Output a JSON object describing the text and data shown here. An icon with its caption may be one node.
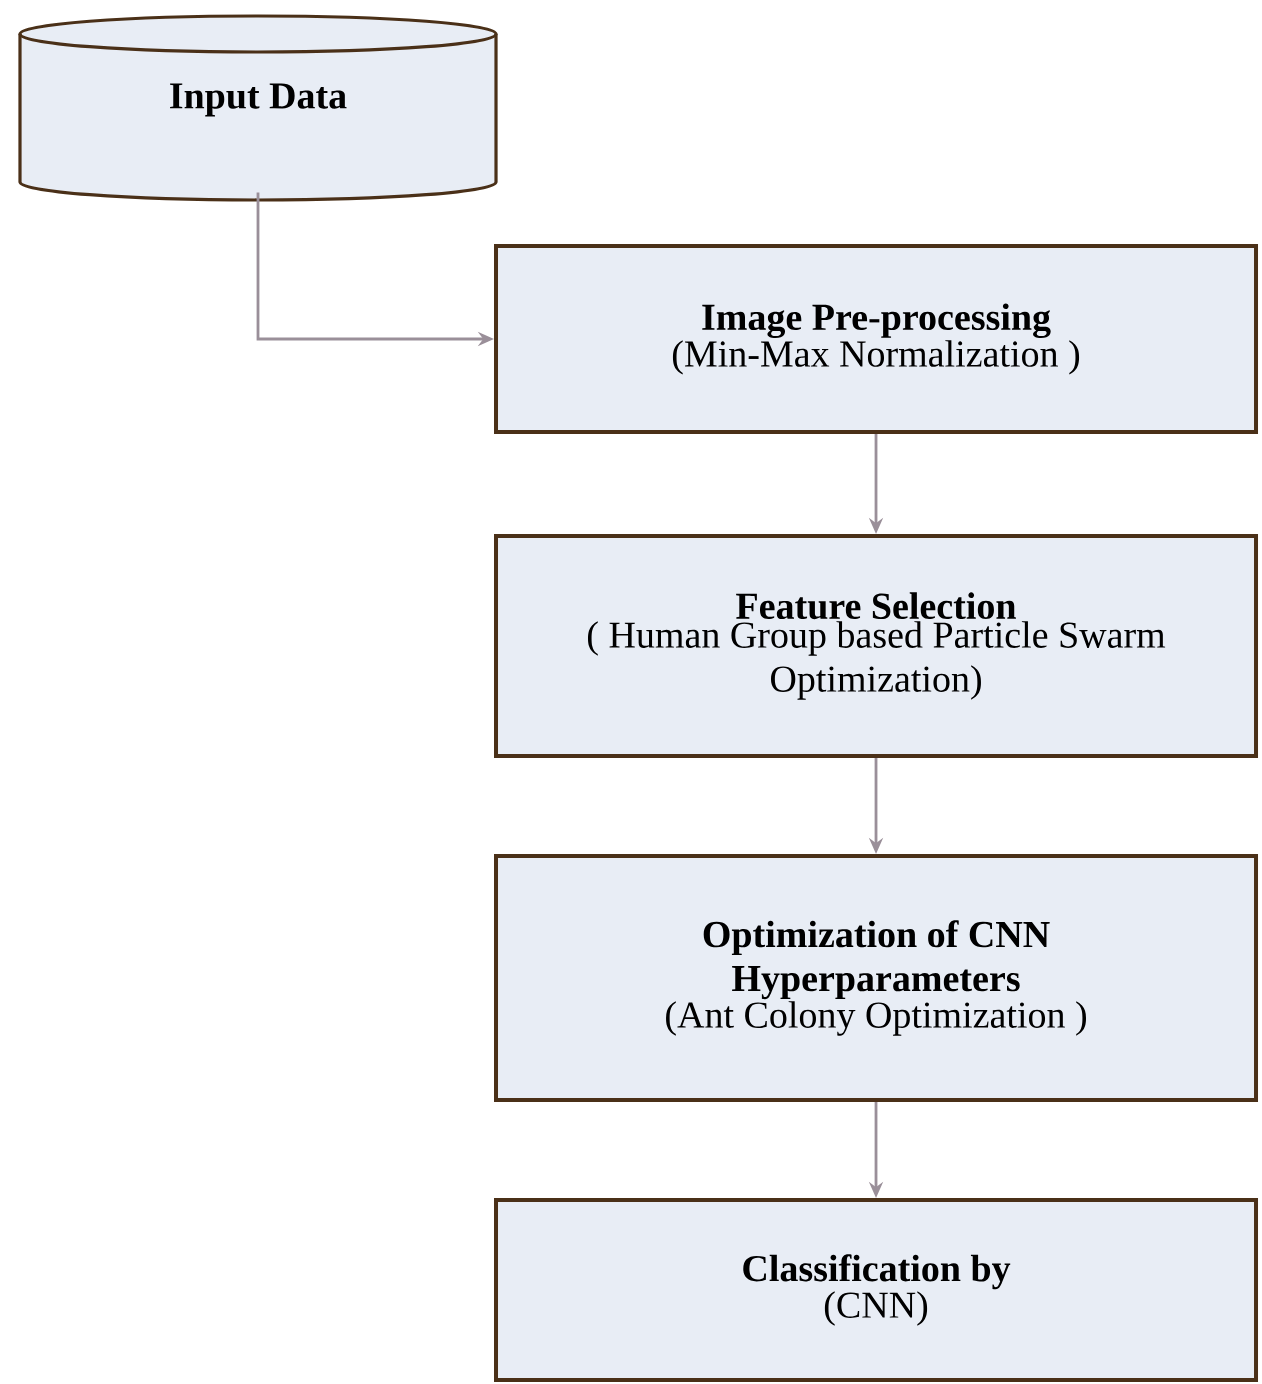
{
  "diagram": {
    "nodes": [
      {
        "text": [
          "Input Data"
        ]
      },
      {
        "text": [
          "Image Pre-processing",
          "(Min-Max Normalization )"
        ]
      },
      {
        "text": [
          "Feature Selection",
          "( Human Group based Particle Swarm Optimization)"
        ]
      },
      {
        "text": [
          "Optimization of CNN Hyperparameters",
          "(Ant Colony Optimization )"
        ]
      },
      {
        "text": [
          "Classification by",
          "(CNN)"
        ]
      }
    ],
    "edges": [
      {
        "from": 0,
        "to": 1,
        "arrow": "to"
      },
      {
        "from": 1,
        "to": 2,
        "arrow": "to"
      },
      {
        "from": 2,
        "to": 3,
        "arrow": "to"
      },
      {
        "from": 3,
        "to": 4,
        "arrow": "to"
      }
    ]
  }
}
